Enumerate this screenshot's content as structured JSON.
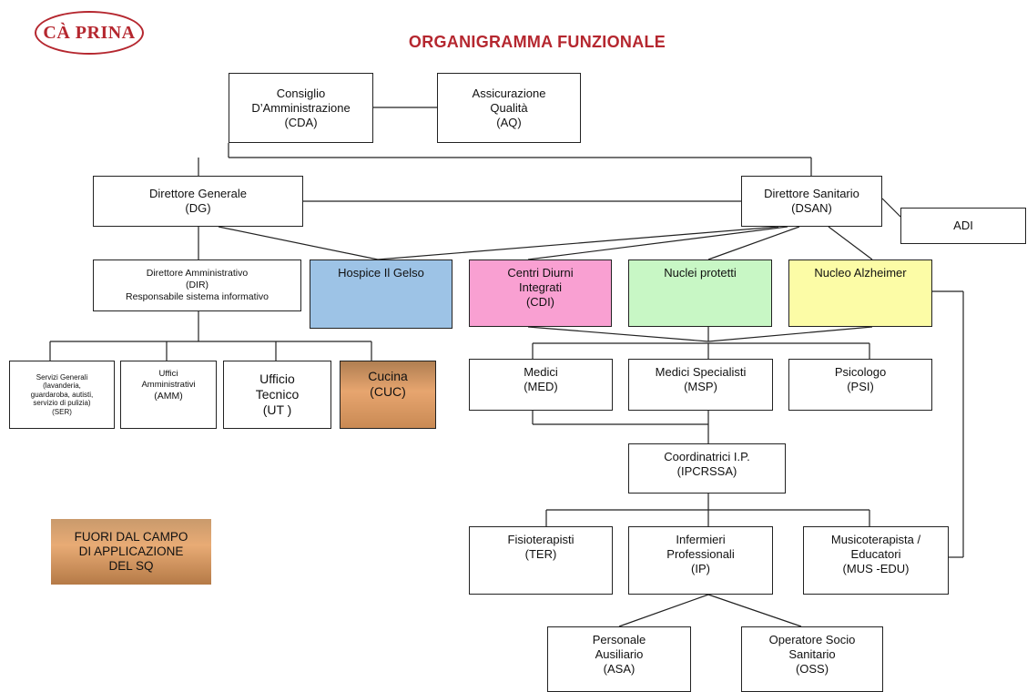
{
  "logo": {
    "main": "CÀ PRINA"
  },
  "title": "ORGANIGRAMMA FUNZIONALE",
  "boxes": {
    "cda": [
      "Consiglio",
      "D’Amministrazione",
      "(CDA)"
    ],
    "aq": [
      "Assicurazione",
      "Qualità",
      "(AQ)"
    ],
    "dg": [
      "Direttore Generale",
      "(DG)"
    ],
    "dsan": [
      "Direttore Sanitario",
      "(DSAN)"
    ],
    "adi": [
      "ADI"
    ],
    "dir": [
      "Direttore Amministrativo",
      "(DIR)",
      "Responsabile sistema informativo"
    ],
    "hospice": [
      "Hospice Il Gelso"
    ],
    "cdi": [
      "Centri Diurni",
      "Integrati",
      "(CDI)"
    ],
    "nuclei": [
      "Nuclei protetti"
    ],
    "alzheimer": [
      "Nucleo Alzheimer"
    ],
    "ser": [
      "Servizi Generali",
      "(lavanderia,",
      "guardaroba, autisti,",
      "servizio di pulizia)",
      "(SER)"
    ],
    "amm": [
      "Uffici",
      "Amministrativi",
      "(AMM)"
    ],
    "ut": [
      "Ufficio",
      "Tecnico",
      "(UT )"
    ],
    "cuc": [
      "Cucina",
      "(CUC)"
    ],
    "med": [
      "Medici",
      "(MED)"
    ],
    "msp": [
      "Medici Specialisti",
      "(MSP)"
    ],
    "psi": [
      "Psicologo",
      "(PSI)"
    ],
    "ipcrssa": [
      "Coordinatrici I.P.",
      "(IPCRSSA)"
    ],
    "ter": [
      "Fisioterapisti",
      "(TER)"
    ],
    "ip": [
      "Infermieri",
      "Professionali",
      "(IP)"
    ],
    "mus": [
      "Musicoterapista /",
      "Educatori",
      "(MUS -EDU)"
    ],
    "asa": [
      "Personale",
      "Ausiliario",
      "(ASA)"
    ],
    "oss": [
      "Operatore Socio",
      "Sanitario",
      "(OSS)"
    ]
  },
  "legend": [
    "FUORI DAL CAMPO",
    "DI APPLICAZIONE",
    "DEL SQ"
  ],
  "colors": {
    "title_red": "#b5272f",
    "hospice_blue": "#9dc3e6",
    "cdi_pink": "#f9a0d2",
    "nuclei_green": "#c8f7c5",
    "alzheimer_yellow": "#fcfca6",
    "out_of_scope_brown": "#e7a56f"
  }
}
